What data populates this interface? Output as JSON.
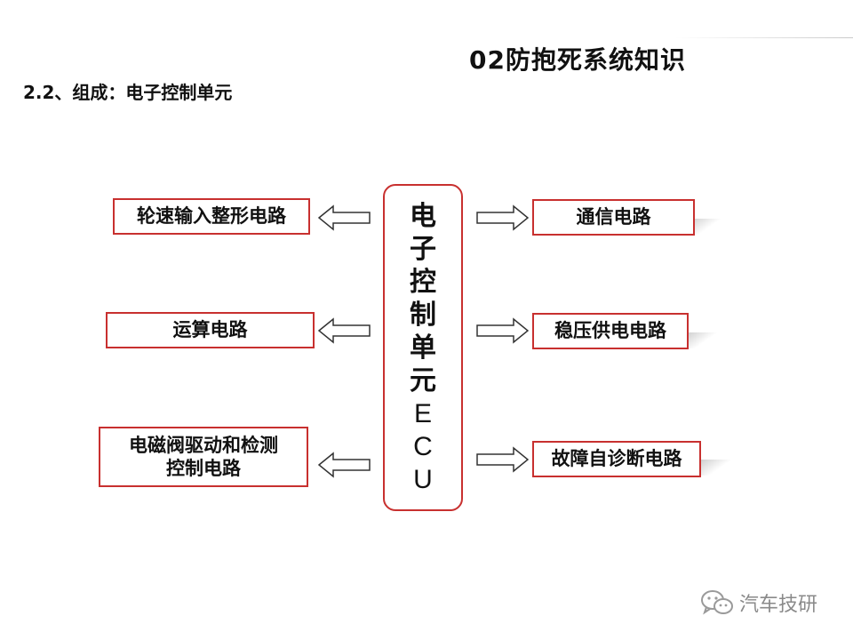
{
  "title": "02防抱死系统知识",
  "subtitle": "2.2、组成：电子控制单元",
  "ecu": {
    "chars": [
      "电",
      "子",
      "控",
      "制",
      "单",
      "元",
      "E",
      "C",
      "U"
    ]
  },
  "left_boxes": [
    {
      "lines": [
        "轮速输入整形电路"
      ]
    },
    {
      "lines": [
        "运算电路"
      ]
    },
    {
      "lines": [
        "电磁阀驱动和检测",
        "控制电路"
      ]
    }
  ],
  "right_boxes": [
    {
      "lines": [
        "通信电路"
      ]
    },
    {
      "lines": [
        "稳压供电电路"
      ]
    },
    {
      "lines": [
        "故障自诊断电路"
      ]
    }
  ],
  "watermark": {
    "icon": "wechat-icon",
    "text": "汽车技研"
  },
  "colors": {
    "box_border": "#c8302f",
    "text": "#111111",
    "watermark": "#8a8a8a"
  }
}
